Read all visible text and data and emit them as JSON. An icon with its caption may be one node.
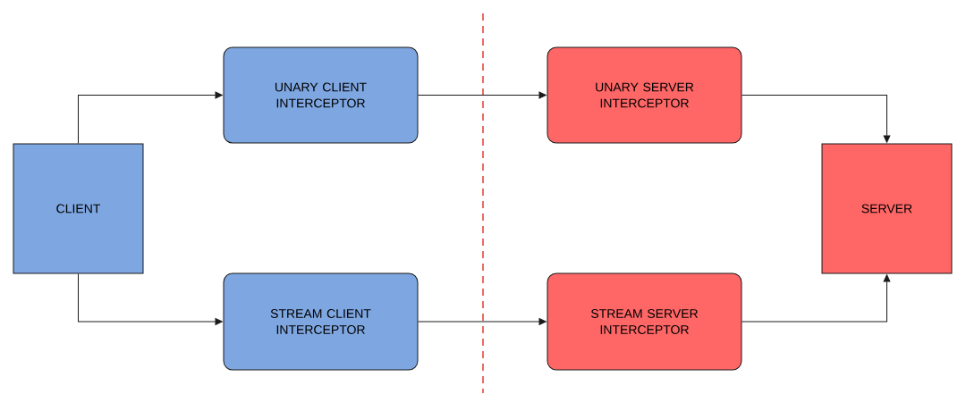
{
  "diagram": {
    "nodes": [
      {
        "text": [
          "CLIENT"
        ]
      },
      {
        "text": [
          "UNARY CLIENT INTERCEPTOR"
        ]
      },
      {
        "text": [
          "STREAM CLIENT INTERCEPTOR"
        ]
      },
      {
        "text": [
          "UNARY SERVER INTERCEPTOR"
        ]
      },
      {
        "text": [
          "STREAM SERVER INTERCEPTOR"
        ]
      },
      {
        "text": [
          "SERVER"
        ]
      }
    ],
    "edges": [
      {
        "from": 0,
        "to": 1,
        "arrow": "to"
      },
      {
        "from": 0,
        "to": 2,
        "arrow": "to"
      },
      {
        "from": 1,
        "to": 3,
        "arrow": "to"
      },
      {
        "from": 2,
        "to": 4,
        "arrow": "to"
      },
      {
        "from": 3,
        "to": 5,
        "arrow": "to"
      },
      {
        "from": 4,
        "to": 5,
        "arrow": "to"
      }
    ]
  }
}
